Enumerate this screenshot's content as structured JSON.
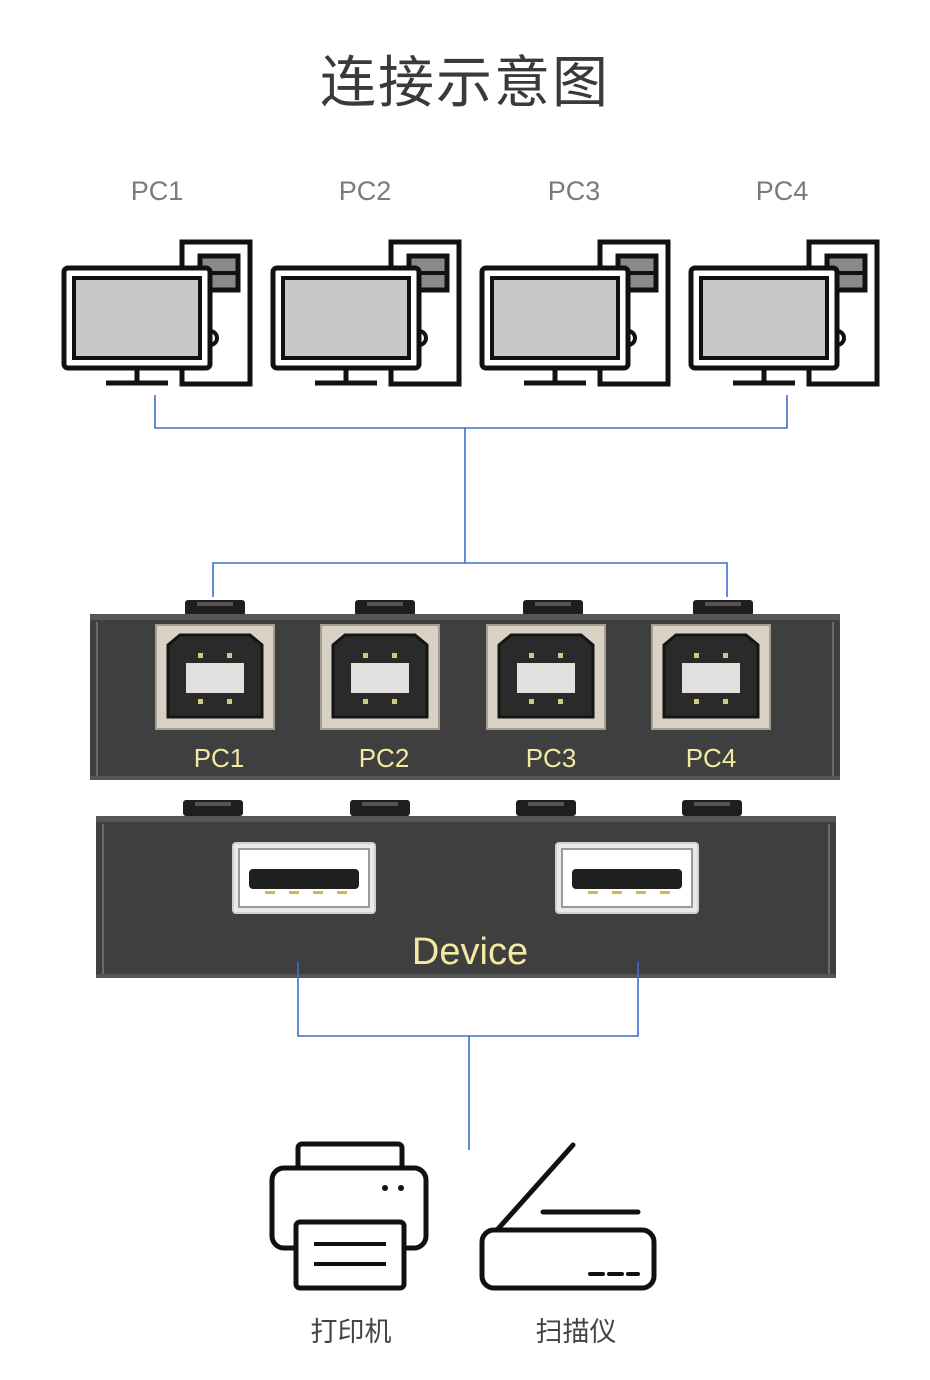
{
  "title": "连接示意图",
  "computers": [
    {
      "label": "PC1"
    },
    {
      "label": "PC2"
    },
    {
      "label": "PC3"
    },
    {
      "label": "PC4"
    }
  ],
  "switch": {
    "input_ports": [
      "PC1",
      "PC2",
      "PC3",
      "PC4"
    ],
    "output_label": "Device"
  },
  "devices": [
    {
      "label": "打印机",
      "icon": "printer-icon"
    },
    {
      "label": "扫描仪",
      "icon": "scanner-icon"
    }
  ],
  "colors": {
    "connector_line": "#3b6fd1",
    "port_text": "#f3e9a2",
    "switch_body": "#3f3f3f"
  }
}
